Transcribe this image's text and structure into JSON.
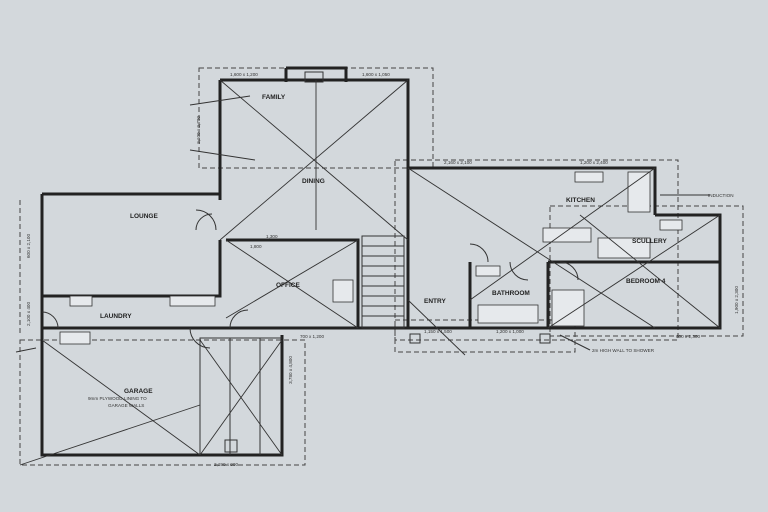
{
  "rooms": {
    "family": "FAMILY",
    "dining": "DINING",
    "lounge": "LOUNGE",
    "office": "OFFICE",
    "kitchen": "KITCHEN",
    "scullery": "SCULLERY",
    "bedroom4": "BEDROOM 4",
    "entry": "ENTRY",
    "bathroom": "BATHROOM",
    "laundry": "LAUNDRY",
    "garage": "GARAGE",
    "garage_note_1": "9mm PLYWOOD LINING TO",
    "garage_note_2": "GARAGE WALLS"
  },
  "notes": {
    "induction": "INDUCTION",
    "shower_wall": "2m HIGH WALL TO SHOWER"
  },
  "dimensions": {
    "family_win_1": "1,600 x 1,200",
    "family_win_2": "1,600 x 1,050",
    "kitchen_win": "1,200 x 2,400",
    "dining_win": "2,160 x 2,100",
    "office_1": "1,300",
    "office_2": "1,800",
    "entry_door": "1,150 x 1,500",
    "bath_win": "1,200 x 1,000",
    "bed4_win": "600 x 2,300",
    "hall_win": "700 x 1,200",
    "garage_door": "2,190 x 900",
    "garage_side": "3,780 x 4,800",
    "lounge_side": "600 x 2,100",
    "family_side": "2,100 x 2,700",
    "laundry_side": "2,100 x 400",
    "right_side": "1,900 x 2,300"
  }
}
